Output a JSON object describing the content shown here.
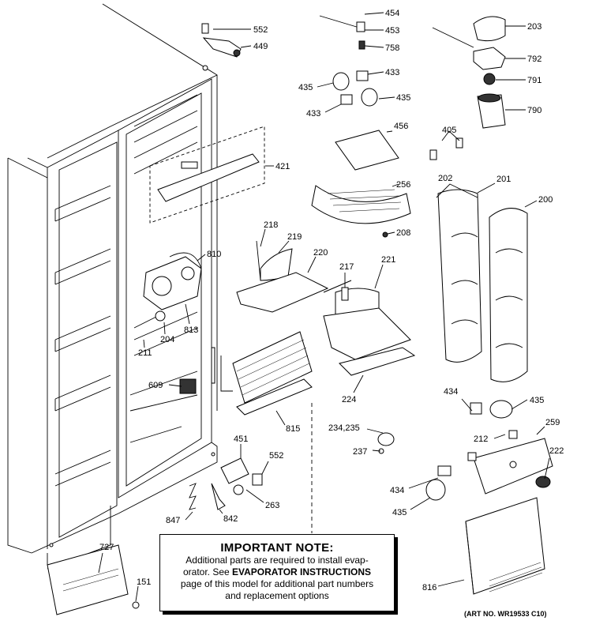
{
  "note": {
    "title": "IMPORTANT NOTE:",
    "line1": "Additional parts are required to install evap-",
    "line2_pre": "orator.  See ",
    "line2_bold": "EVAPORATOR INSTRUCTIONS",
    "line3": "page of this model for additional part numbers",
    "line4": "and replacement options"
  },
  "art_number": "(ART NO. WR19533 C10)",
  "callouts": [
    "552",
    "449",
    "454",
    "453",
    "758",
    "433",
    "435",
    "433",
    "435",
    "203",
    "792",
    "791",
    "790",
    "456",
    "405",
    "421",
    "256",
    "208",
    "202",
    "201",
    "200",
    "218",
    "219",
    "220",
    "217",
    "221",
    "810",
    "211",
    "204",
    "813",
    "609",
    "224",
    "434",
    "435",
    "815",
    "234,235",
    "237",
    "259",
    "212",
    "222",
    "451",
    "552",
    "263",
    "847",
    "842",
    "434",
    "435",
    "727",
    "151",
    "816"
  ]
}
